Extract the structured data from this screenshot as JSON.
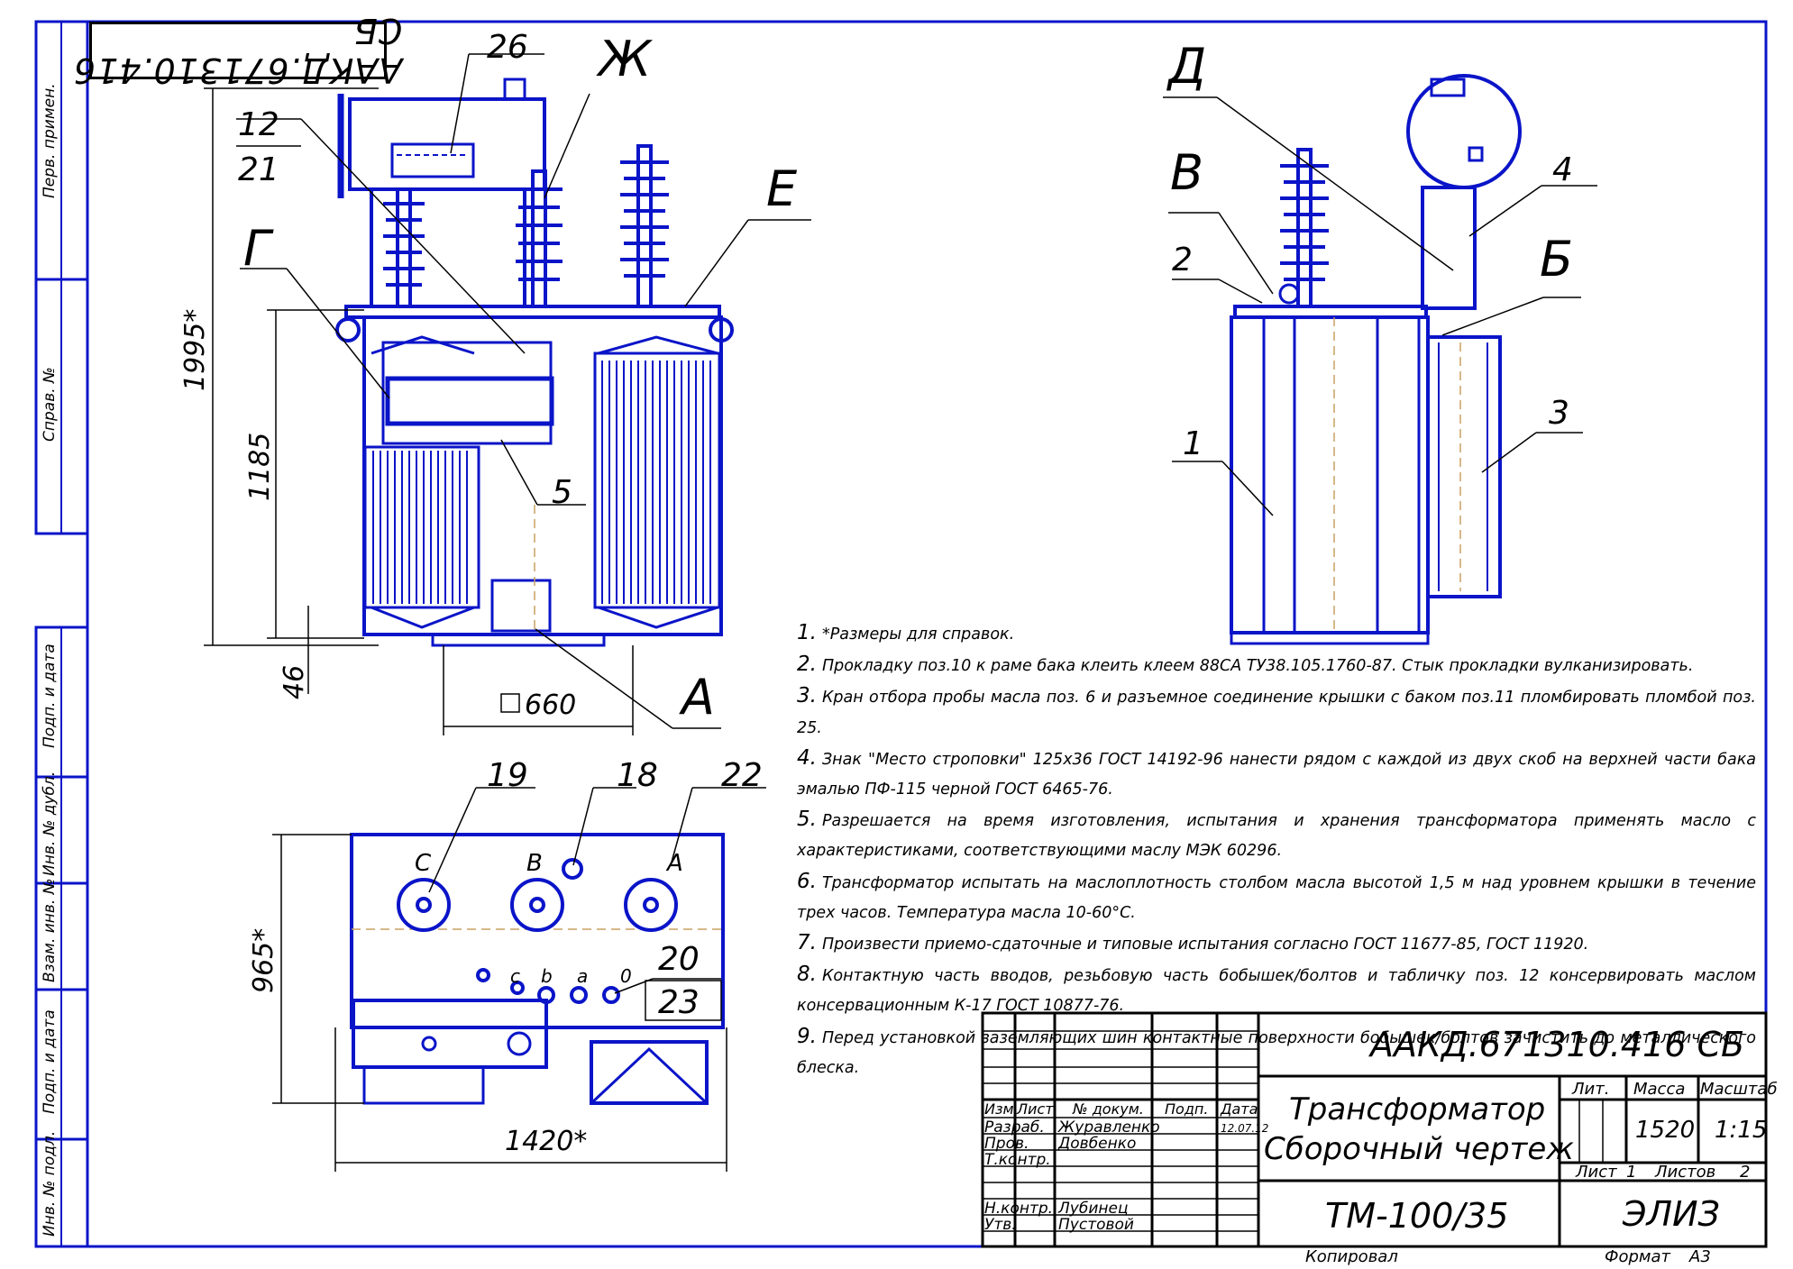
{
  "doc_code": "ААКД.671310.416 СБ",
  "doc_code_rotated": "ААКД.671310.416 СБ",
  "side_strip": {
    "perv_primen": "Перв. примен.",
    "sprav_no": "Справ. №",
    "podp_data_1": "Подп. и дата",
    "inv_dubl": "Инв. № дубл.",
    "vzam_inv": "Взам. инв. №",
    "podp_data_2": "Подп. и дата",
    "inv_podl": "Инв. № подл."
  },
  "callouts": {
    "c26": "26",
    "cZh": "Ж",
    "c12": "12",
    "c21": "21",
    "cG": "Г",
    "cE": "Е",
    "c5": "5",
    "cA": "А",
    "c19": "19",
    "c18": "18",
    "c22": "22",
    "c20": "20",
    "c23": "23",
    "cD": "Д",
    "cV": "В",
    "c2": "2",
    "c4": "4",
    "cB": "Б",
    "c1": "1",
    "c3": "3"
  },
  "phase_labels": {
    "C": "C",
    "B": "B",
    "A": "A",
    "c": "c",
    "b": "b",
    "a": "a",
    "zero": "0"
  },
  "dimensions": {
    "d1995": "1995*",
    "d1185": "1185",
    "d46": "46",
    "d660": "660",
    "d965": "965*",
    "d1420": "1420*"
  },
  "notes": [
    {
      "num": "1.",
      "text": "*Размеры для справок."
    },
    {
      "num": "2.",
      "text": "Прокладку поз.10 к раме бака клеить клеем 88СА ТУ38.105.1760-87. Стык прокладки вулканизировать."
    },
    {
      "num": "3.",
      "text": "Кран отбора пробы масла поз. 6 и разъемное соединение крышки с баком поз.11 пломбировать пломбой поз. 25."
    },
    {
      "num": "4.",
      "text": "Знак \"Место строповки\" 125х36 ГОСТ 14192-96 нанести рядом с каждой из двух скоб на верхней части бака эмалью ПФ-115 черной ГОСТ 6465-76."
    },
    {
      "num": "5.",
      "text": "Разрешается на время изготовления, испытания и хранения трансформатора применять масло с характеристиками, соответствующими маслу МЭК 60296."
    },
    {
      "num": "6.",
      "text": "Трансформатор испытать на маслоплотность столбом масла высотой 1,5 м над уровнем крышки в течение трех часов. Температура масла 10-60°С."
    },
    {
      "num": "7.",
      "text": "Произвести приемо-сдаточные и типовые испытания согласно ГОСТ 11677-85, ГОСТ 11920."
    },
    {
      "num": "8.",
      "text": "Контактную часть вводов, резьбовую часть бобышек/болтов и табличку поз. 12 консервировать маслом консервационным К-17 ГОСТ 10877-76."
    },
    {
      "num": "9.",
      "text": "Перед установкой заземляющих шин контактные поверхности бобышек/болтов зачистить до металлического блеска."
    }
  ],
  "title_block": {
    "hdr_izm": "Изм.",
    "hdr_list": "Лист",
    "hdr_ndokum": "№ докум.",
    "hdr_podp": "Подп.",
    "hdr_data": "Дата",
    "razrab": "Разраб.",
    "razrab_name": "Журавленко",
    "razrab_date": "12.07.12",
    "prov": "Пров.",
    "prov_name": "Довбенко",
    "tkontr": "Т.контр.",
    "nkontr": "Н.контр.",
    "nkontr_name": "Лубинец",
    "utv": "Утв.",
    "utv_name": "Пустовой",
    "title_line1": "Трансформатор",
    "title_line2": "Сборочный чертеж",
    "designation": "ТМ-100/35",
    "lit_hdr": "Лит.",
    "massa_hdr": "Масса",
    "masshtab_hdr": "Масштаб",
    "massa": "1520",
    "masshtab": "1:15",
    "list_label": "Лист",
    "list_val": "1",
    "listov_label": "Листов",
    "listov_val": "2",
    "org": "ЭЛИЗ",
    "kopiroval": "Копировал",
    "format_label": "Формат",
    "format_val": "А3"
  }
}
